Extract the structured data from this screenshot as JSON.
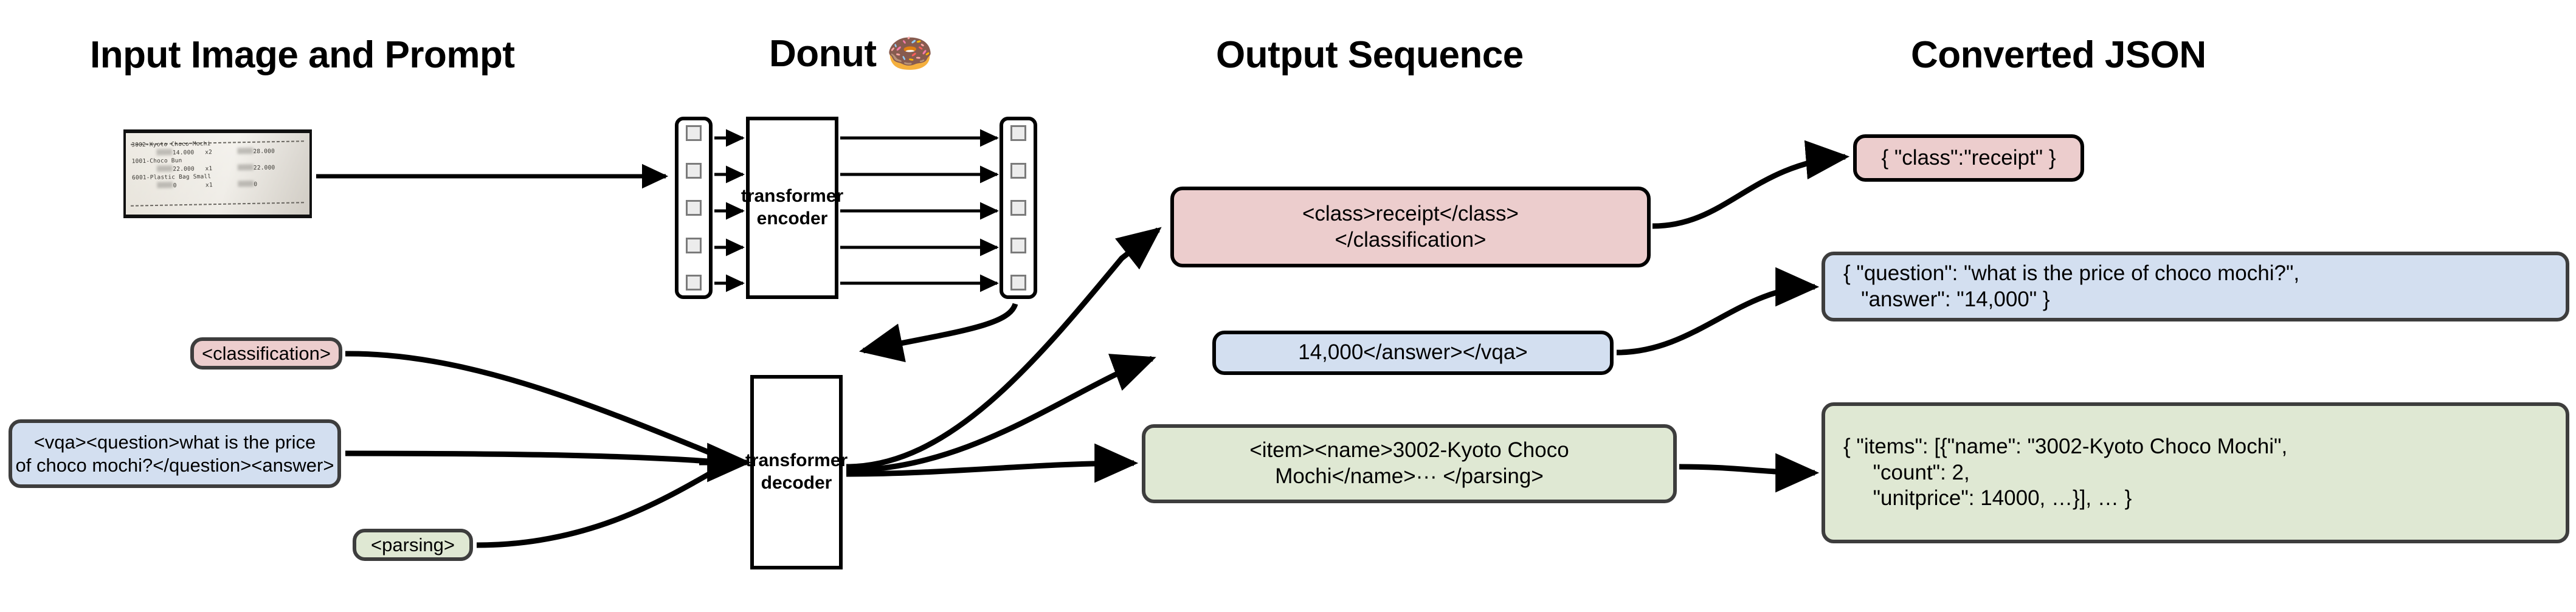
{
  "titles": {
    "input": "Input Image and Prompt",
    "model": "Donut 🍩",
    "output": "Output Sequence",
    "json": "Converted JSON"
  },
  "receipt": {
    "line1": "3002-Kyoto Choco Mochi",
    "line2_price": "14.000",
    "line2_qty": "x2",
    "line2_total": "28.000",
    "line3": "1001-Choco Bun",
    "line4_price": "22.000",
    "line4_qty": "x1",
    "line4_total": "22.000",
    "line5": "6001-Plastic Bag Small",
    "line6_price": "0",
    "line6_qty": "x1",
    "line6_total": "0"
  },
  "model": {
    "encoder_label": "transformer\nencoder",
    "decoder_label": "transformer\ndecoder",
    "encoder_input_tokens": 5,
    "encoder_output_tokens": 5
  },
  "prompts": [
    {
      "id": "classification",
      "text": "<classification>",
      "color": "#eccdcd"
    },
    {
      "id": "vqa",
      "text": "<vqa><question>what is the price\nof choco mochi?</question><answer>",
      "color": "#d3dff0"
    },
    {
      "id": "parsing",
      "text": "<parsing>",
      "color": "#dfe8d3"
    }
  ],
  "outputs": [
    {
      "id": "classification-output",
      "text": "<class>receipt</class>\n</classification>",
      "color": "#eccdcd"
    },
    {
      "id": "vqa-output",
      "text": "14,000</answer></vqa>",
      "color": "#d3dff0"
    },
    {
      "id": "parsing-output",
      "text": "<item><name>3002-Kyoto Choco\nMochi</name>··· </parsing>",
      "color": "#dfe8d3"
    }
  ],
  "json_results": [
    {
      "id": "classification-json",
      "text": "{ \"class\":\"receipt\" }",
      "color": "#eccdcd"
    },
    {
      "id": "vqa-json",
      "text": "{ \"question\": \"what is the price of choco mochi?\",\n   \"answer\": \"14,000\" }",
      "color": "#d3dff0"
    },
    {
      "id": "parsing-json",
      "text": "{ \"items\": [{\"name\": \"3002-Kyoto Choco Mochi\",\n     \"count\": 2,\n     \"unitprice\": 14000, …}], … }",
      "color": "#dfe8d3"
    }
  ],
  "colors": {
    "stroke": "#000000",
    "box_border": "#3d3d3d",
    "token_fill": "#ececec",
    "token_border": "#7b7b7b"
  }
}
